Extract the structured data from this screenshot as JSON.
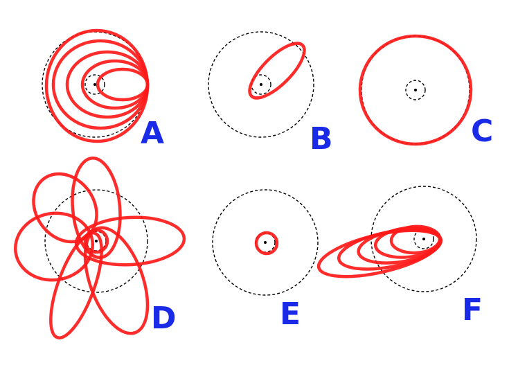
{
  "colors": {
    "orbit": "#ff1a1a",
    "label": "#1a2be8",
    "ring": "#000000",
    "background": "#ffffff"
  },
  "panels": [
    {
      "label": "A"
    },
    {
      "label": "B"
    },
    {
      "label": "C"
    },
    {
      "label": "D"
    },
    {
      "label": "E"
    },
    {
      "label": "F"
    }
  ]
}
